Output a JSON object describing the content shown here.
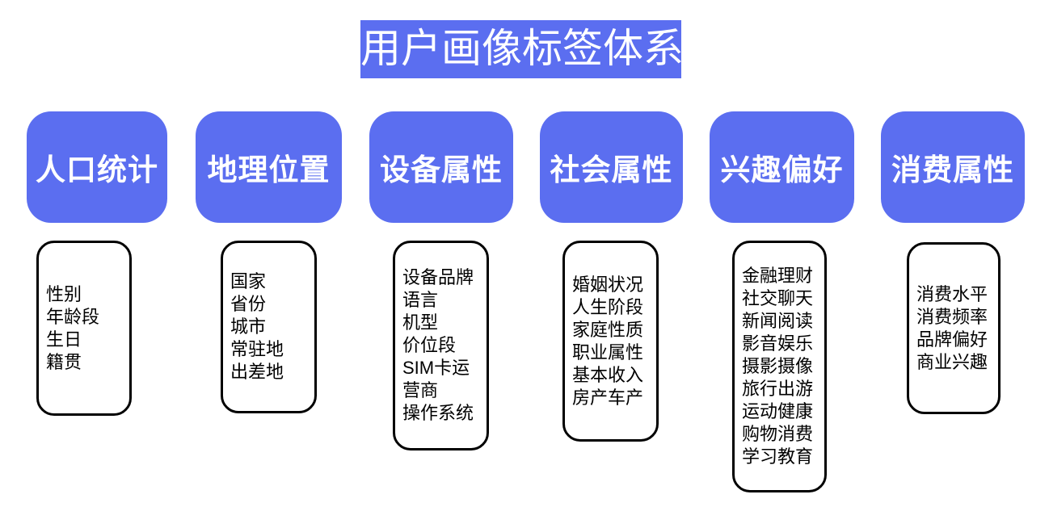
{
  "title": "用户画像标签体系",
  "colors": {
    "accent": "#5b6ef0",
    "accent_text": "#ffffff",
    "item_text": "#000000",
    "box_border": "#000000",
    "page_bg": "#ffffff"
  },
  "categories": [
    {
      "label": "人口统计",
      "items": [
        "性别",
        "年龄段",
        "生日",
        "籍贯"
      ]
    },
    {
      "label": "地理位置",
      "items": [
        "国家",
        "省份",
        "城市",
        "常驻地",
        "出差地"
      ]
    },
    {
      "label": "设备属性",
      "items": [
        "设备品牌",
        "语言",
        "机型",
        "价位段",
        "SIM卡运",
        "营商",
        "操作系统"
      ]
    },
    {
      "label": "社会属性",
      "items": [
        "婚姻状况",
        "人生阶段",
        "家庭性质",
        "职业属性",
        "基本收入",
        "房产车产"
      ]
    },
    {
      "label": "兴趣偏好",
      "items": [
        "金融理财",
        "社交聊天",
        "新闻阅读",
        "影音娱乐",
        "摄影摄像",
        "旅行出游",
        "运动健康",
        "购物消费",
        "学习教育"
      ]
    },
    {
      "label": "消费属性",
      "items": [
        "消费水平",
        "消费频率",
        "品牌偏好",
        "商业兴趣"
      ]
    }
  ]
}
